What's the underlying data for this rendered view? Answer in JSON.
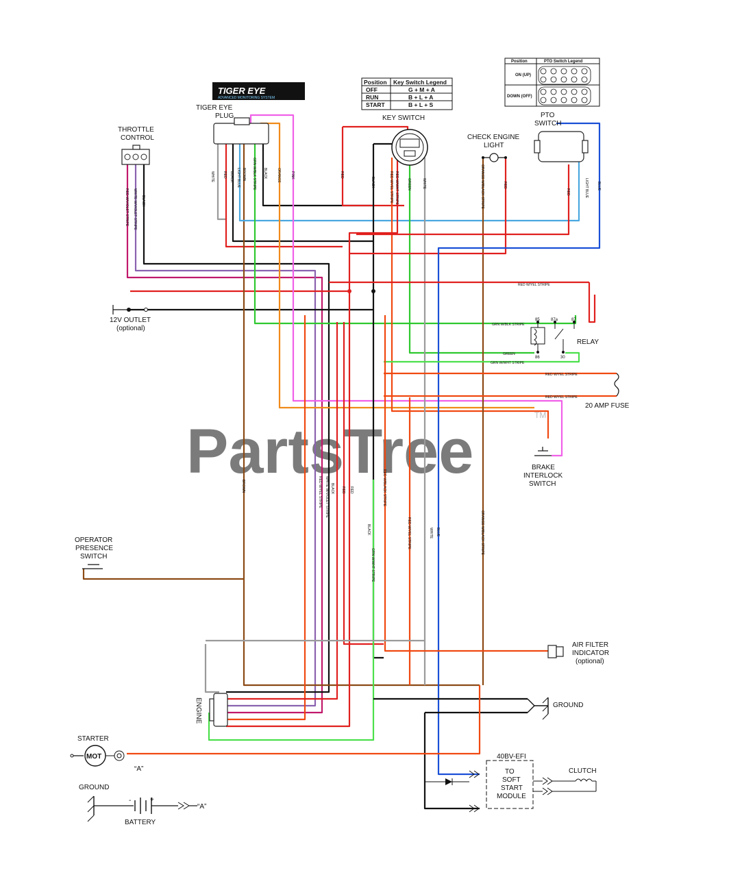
{
  "labels": {
    "tiger_eye_logo_line1": "TIGER EYE",
    "tiger_eye_logo_line2": "ADVANCED MONITORING SYSTEM",
    "tiger_eye_plug_1": "TIGER EYE",
    "tiger_eye_plug_2": "PLUG",
    "throttle_1": "THROTTLE",
    "throttle_2": "CONTROL",
    "key_switch": "KEY SWITCH",
    "pto_1": "PTO",
    "pto_2": "SWITCH",
    "check_engine_1": "CHECK ENGINE",
    "check_engine_2": "LIGHT",
    "outlet_1": "12V OUTLET",
    "outlet_2": "(optional)",
    "relay": "RELAY",
    "fuse": "20 AMP FUSE",
    "brake_1": "BRAKE",
    "brake_2": "INTERLOCK",
    "brake_3": "SWITCH",
    "operator_1": "OPERATOR",
    "operator_2": "PRESENCE",
    "operator_3": "SWITCH",
    "air_filter_1": "AIR FILTER",
    "air_filter_2": "INDICATOR",
    "air_filter_3": "(optional)",
    "ground_right": "GROUND",
    "engine": "ENGINE",
    "starter": "STARTER",
    "mot": "MOT",
    "ground_left": "GROUND",
    "battery": "BATTERY",
    "a_ref_1": "“A”",
    "a_ref_2": "“A”",
    "efi_title": "40BV-EFI",
    "soft_start_1": "TO",
    "soft_start_2": "SOFT",
    "soft_start_3": "START",
    "soft_start_4": "MODULE",
    "clutch": "CLUTCH",
    "watermark": "PartsTree",
    "trademark": "TM",
    "relay_85": "85",
    "relay_86": "86",
    "relay_87a": "87a",
    "relay_87": "87",
    "relay_30": "30",
    "battery_minus": "-",
    "battery_plus": "+"
  },
  "key_switch_legend": {
    "header_position": "Position",
    "header_legend": "Key Switch Legend",
    "rows": [
      {
        "position": "OFF",
        "value": "G + M + A"
      },
      {
        "position": "RUN",
        "value": "B + L + A"
      },
      {
        "position": "START",
        "value": "B + L + S"
      }
    ]
  },
  "pto_switch_legend": {
    "header_position": "Position",
    "header_legend": "PTO Switch Legend",
    "rows": [
      {
        "position": "ON (UP)"
      },
      {
        "position": "DOWN (OFF)"
      }
    ]
  },
  "wire_labels": {
    "white": "WHITE",
    "red": "RED",
    "black": "BLACK",
    "blue": "BLUE",
    "brown": "BROWN",
    "green": "GREEN",
    "orange": "ORANGE",
    "pink": "PINK",
    "light_blue": "LIGHT BLUE",
    "white_violet": "WHITE W/VIOLET STRIPE",
    "red_violet": "RED W/VIOLET STRIPE",
    "red_yel": "RED W/YEL STRIPE",
    "red_wht": "RED W/WHT STRIPE",
    "red_blk": "RED W/BLACK STRIPE",
    "grn_blk": "GRN W/BLK STRIPE",
    "grn_wht": "GRN W/WHT STRIPE",
    "org_blk": "ORANGE W/BLACK STRIPE"
  },
  "colors": {
    "red": "#e0201e",
    "black": "#111111",
    "blue": "#1a4fd6",
    "light_blue": "#4aa8e0",
    "green": "#2ec82e",
    "bright_green": "#4be04b",
    "orange": "#f08a1a",
    "brown": "#8b4a14",
    "pink": "#f060e8",
    "grey": "#9a9a9a",
    "violet": "#8a62b0",
    "magenta": "#c0186a",
    "red_orange": "#f04810"
  }
}
